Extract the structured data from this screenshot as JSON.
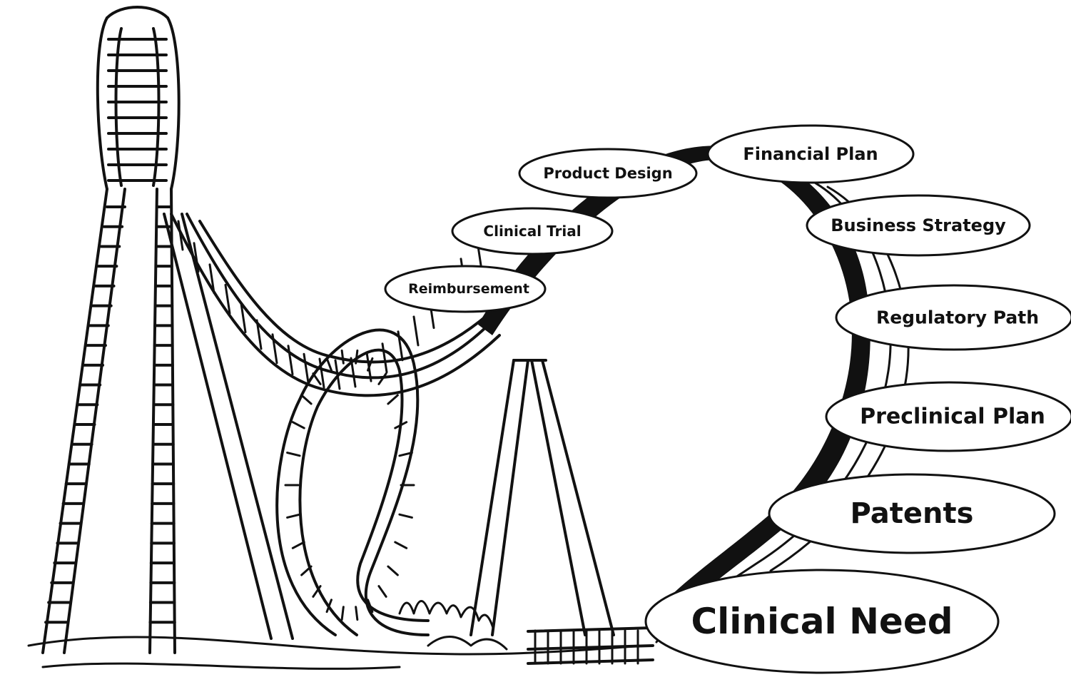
{
  "colors": {
    "ink": "#111111",
    "background": "#ffffff",
    "bubble_fill": "#ffffff"
  },
  "stages": [
    {
      "id": "clinical-need",
      "label": "Clinical Need"
    },
    {
      "id": "patents",
      "label": "Patents"
    },
    {
      "id": "preclinical-plan",
      "label": "Preclinical Plan"
    },
    {
      "id": "regulatory-path",
      "label": "Regulatory Path"
    },
    {
      "id": "business-strategy",
      "label": "Business Strategy"
    },
    {
      "id": "financial-plan",
      "label": "Financial Plan"
    },
    {
      "id": "product-design",
      "label": "Product Design"
    },
    {
      "id": "clinical-trial",
      "label": "Clinical Trial"
    },
    {
      "id": "reimbursement",
      "label": "Reimbursement"
    }
  ]
}
